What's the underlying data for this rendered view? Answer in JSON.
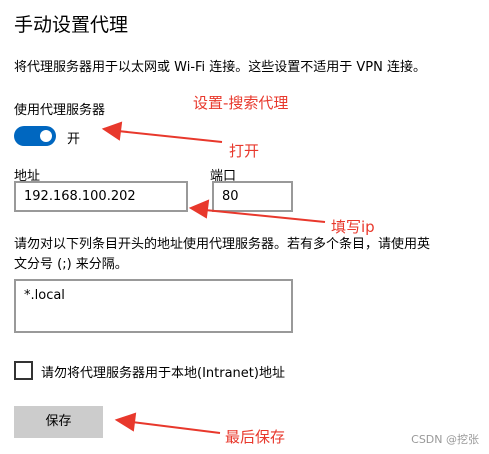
{
  "page": {
    "title": "手动设置代理",
    "description": "将代理服务器用于以太网或 Wi-Fi 连接。这些设置不适用于 VPN 连接。"
  },
  "proxy": {
    "use_label": "使用代理服务器",
    "toggle_state": "开",
    "toggle_on": true,
    "address_label": "地址",
    "address_value": "192.168.100.202",
    "port_label": "端口",
    "port_value": "80"
  },
  "exceptions": {
    "description": "请勿对以下列条目开头的地址使用代理服务器。若有多个条目，请使用英文分号 (;) 来分隔。",
    "value": "*.local"
  },
  "local": {
    "checkbox_label": "请勿将代理服务器用于本地(Intranet)地址",
    "checked": false
  },
  "actions": {
    "save_label": "保存"
  },
  "annotations": {
    "settings_path": "设置-搜索代理",
    "open": "打开",
    "fill_ip": "填写ip",
    "save_last": "最后保存",
    "color": "#e8382c"
  },
  "watermark": "CSDN @挖张"
}
